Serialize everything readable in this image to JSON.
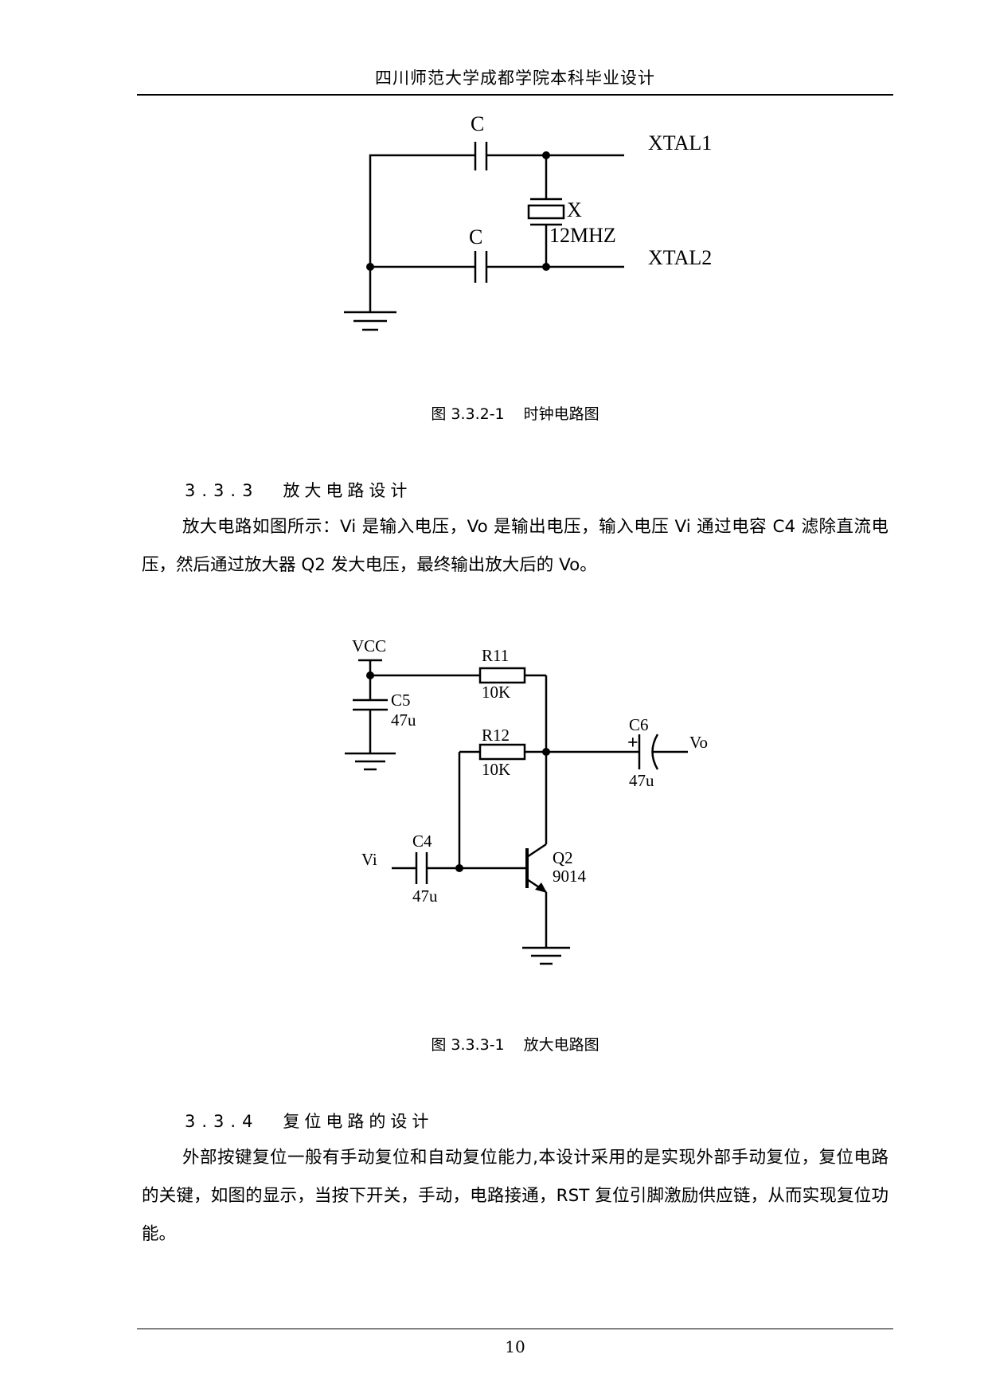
{
  "header": {
    "title": "四川师范大学成都学院本科毕业设计"
  },
  "figure1": {
    "labels": {
      "cap_top": "C",
      "cap_bottom": "C",
      "crystal": "X",
      "crystal_freq": "12MHZ",
      "xtal1": "XTAL1",
      "xtal2": "XTAL2"
    },
    "caption": {
      "number": "图 3.3.2-1",
      "title": "时钟电路图"
    }
  },
  "section_333": {
    "number": "3.3.3",
    "title": "放大电路设计",
    "body": "放大电路如图所示：Vi 是输入电压，Vo 是输出电压，输入电压 Vi 通过电容 C4 滤除直流电压，然后通过放大器 Q2 发大电压，最终输出放大后的 Vo。"
  },
  "figure2": {
    "labels": {
      "vcc": "VCC",
      "r11": "R11",
      "r11_val": "10K",
      "r12": "R12",
      "r12_val": "10K",
      "c5": "C5",
      "c5_val": "47u",
      "c6": "C6",
      "c6_val": "47u",
      "c6_plus": "+",
      "vo": "Vo",
      "vi": "Vi",
      "c4": "C4",
      "c4_val": "47u",
      "q2": "Q2",
      "q2_model": "9014"
    },
    "caption": {
      "number": "图 3.3.3-1",
      "title": "放大电路图"
    }
  },
  "section_334": {
    "number": "3.3.4",
    "title": "复位电路的设计",
    "body": "外部按键复位一般有手动复位和自动复位能力,本设计采用的是实现外部手动复位，复位电路的关键，如图的显示，当按下开关，手动，电路接通，RST 复位引脚激励供应链，从而实现复位功能。"
  },
  "footer": {
    "page_number": "10"
  }
}
